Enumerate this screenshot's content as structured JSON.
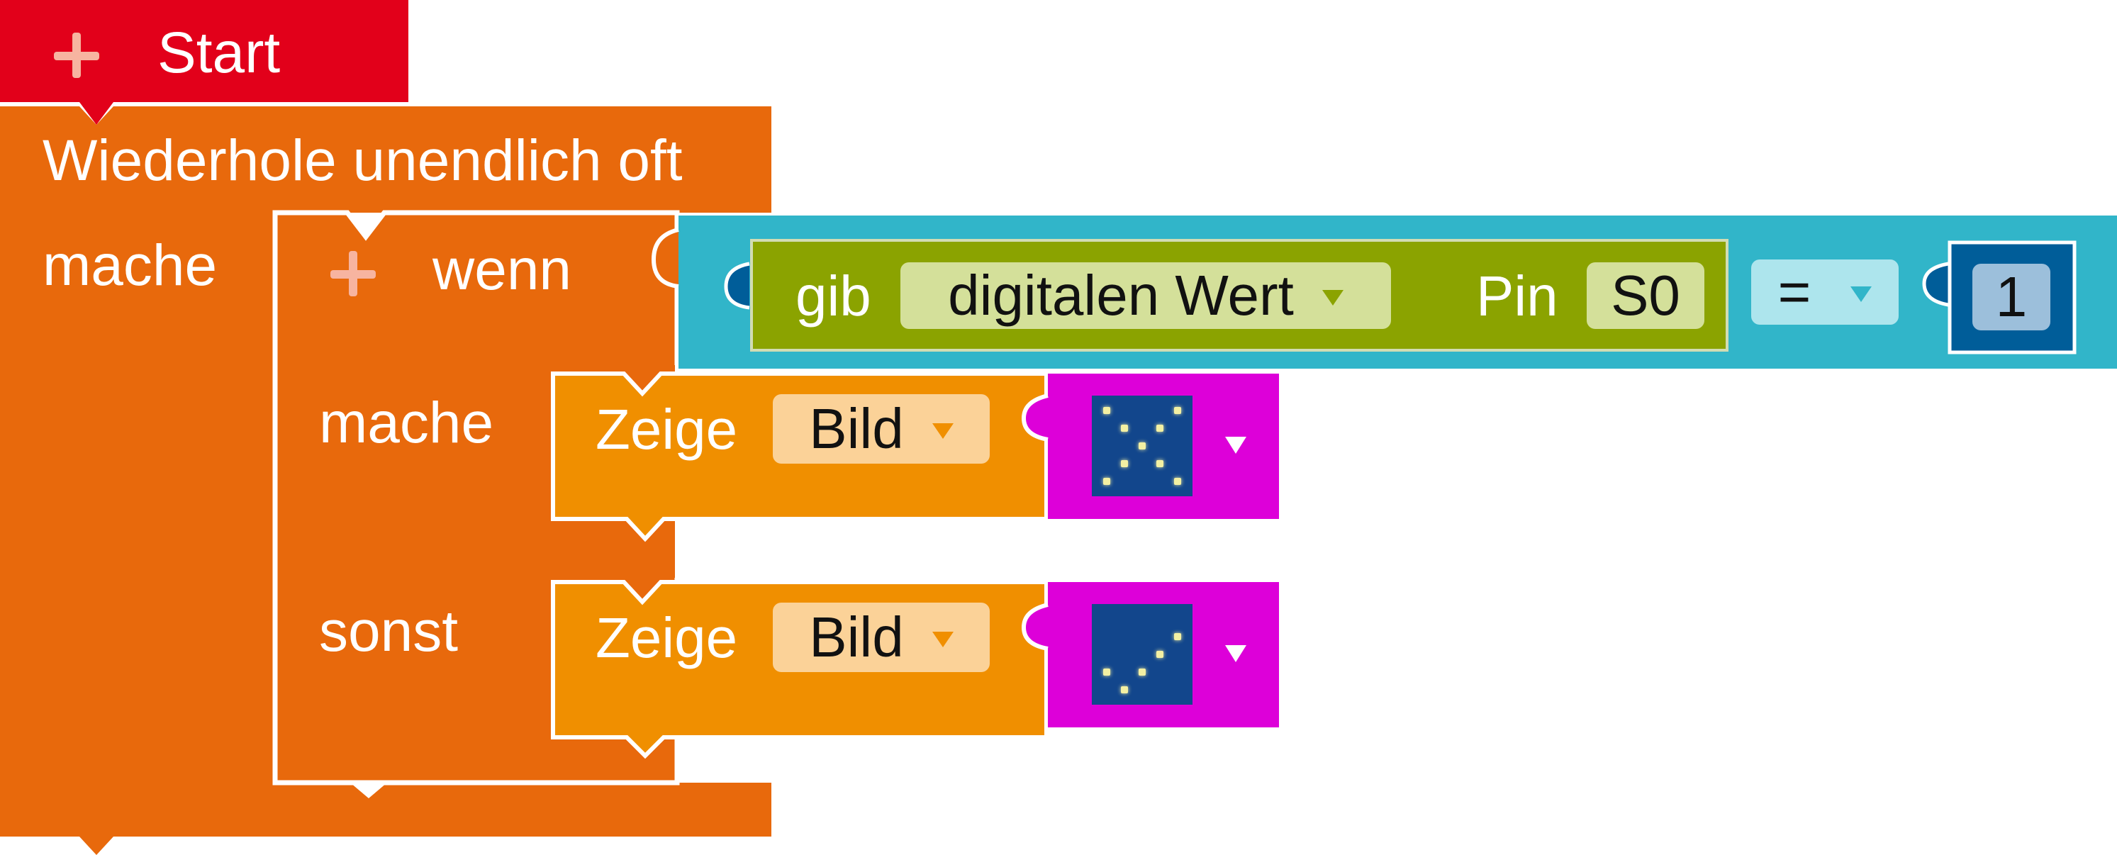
{
  "start_block": {
    "label": "Start"
  },
  "loop_block": {
    "label": "Wiederhole unendlich oft",
    "do_label": "mache"
  },
  "if_block": {
    "if_label": "wenn",
    "then_label": "mache",
    "else_label": "sonst"
  },
  "compare_block": {
    "operator": "=",
    "read_block": {
      "gib_label": "gib",
      "mode": "digitalen Wert",
      "pin_label": "Pin",
      "pin": "S0"
    },
    "value": "1"
  },
  "show_blocks": [
    {
      "label": "Zeige",
      "type": "Bild",
      "image": "x-cross-image"
    },
    {
      "label": "Zeige",
      "type": "Bild",
      "image": "checkmark-image"
    }
  ],
  "colors": {
    "start": "#e2001a",
    "loop": "#e8690c",
    "compare": "#31b5c9",
    "read": "#8ba300",
    "show": "#f08f00",
    "image": "#dd00d9",
    "number": "#005d99"
  }
}
